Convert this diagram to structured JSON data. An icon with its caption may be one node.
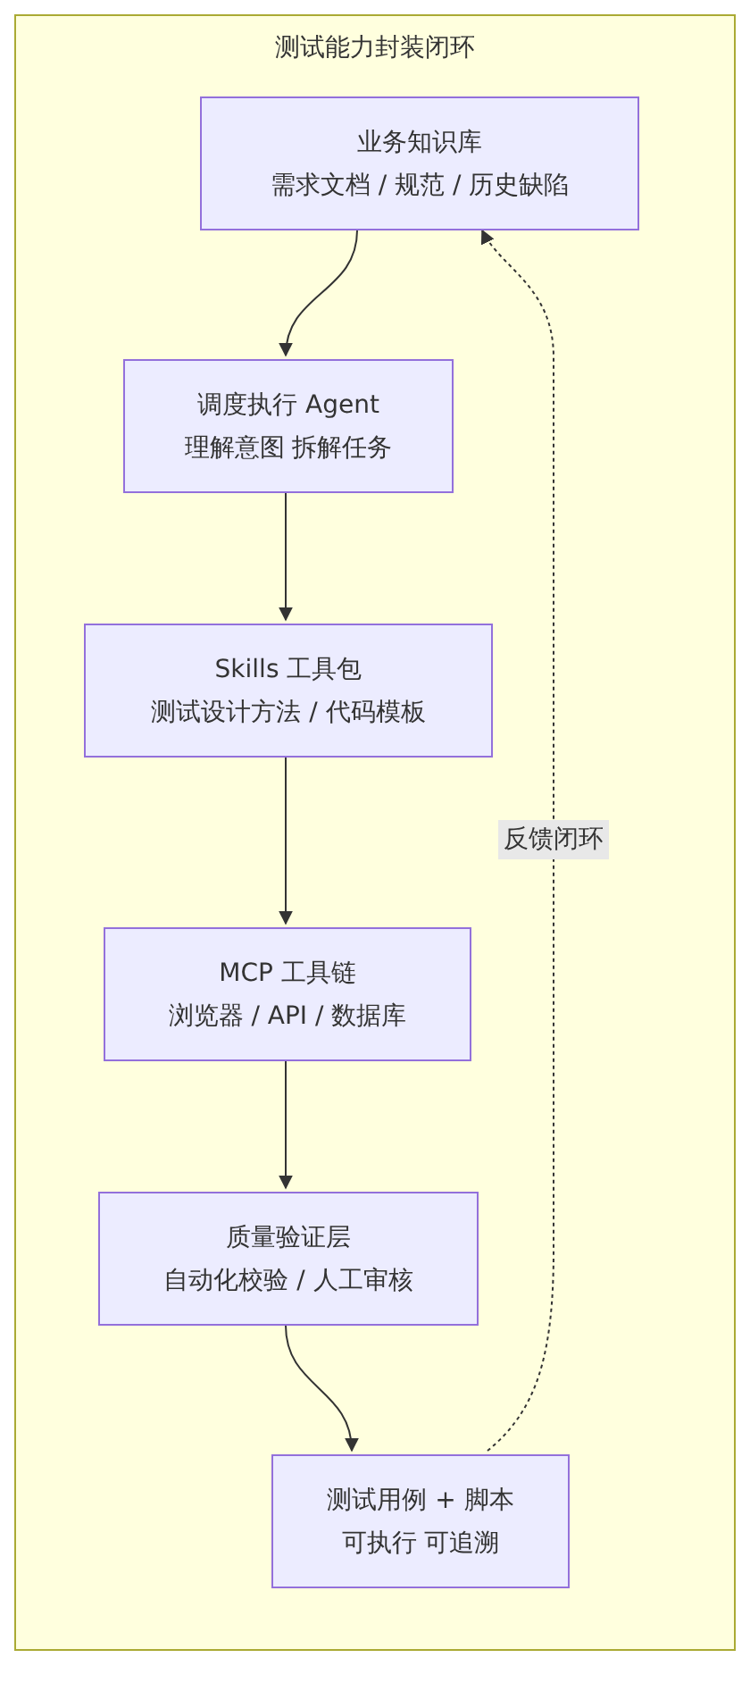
{
  "diagram": {
    "nodes": [
      {
        "text": [
          "测试能力封装闭环"
        ]
      },
      {
        "text": [
          "业务知识库",
          "需求文档 / 规范 / 历史缺陷"
        ],
        "in": 0
      },
      {
        "text": [
          "调度执行 Agent",
          "理解意图 拆解任务"
        ],
        "in": 0
      },
      {
        "text": [
          "Skills 工具包",
          "测试设计方法 / 代码模板"
        ],
        "in": 0
      },
      {
        "text": [
          "MCP 工具链",
          "浏览器 / API / 数据库"
        ],
        "in": 0
      },
      {
        "text": [
          "质量验证层",
          "自动化校验 / 人工审核"
        ],
        "in": 0
      },
      {
        "text": [
          "测试用例 + 脚本",
          "可执行 可追溯"
        ],
        "in": 0
      }
    ],
    "edges": [
      {
        "from": 1,
        "to": 2,
        "arrow": "to"
      },
      {
        "from": 2,
        "to": 3,
        "arrow": "to"
      },
      {
        "from": 3,
        "to": 4,
        "arrow": "to"
      },
      {
        "from": 4,
        "to": 5,
        "arrow": "to"
      },
      {
        "from": 5,
        "to": 6,
        "arrow": "to"
      },
      {
        "from": 6,
        "to": 1,
        "arrow": "to",
        "label": "反馈闭环",
        "style": "dashed"
      }
    ]
  }
}
